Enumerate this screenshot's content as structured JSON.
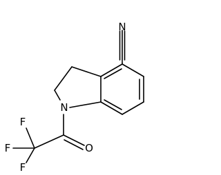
{
  "molecule": {
    "atoms": {
      "nitrile_n": "N",
      "ring_n": "N",
      "carbonyl_o": "O",
      "f_top": "F",
      "f_left": "F",
      "f_bottom": "F"
    }
  },
  "colors": {
    "bond": "#000000",
    "label": "#000000",
    "background": "#ffffff"
  }
}
